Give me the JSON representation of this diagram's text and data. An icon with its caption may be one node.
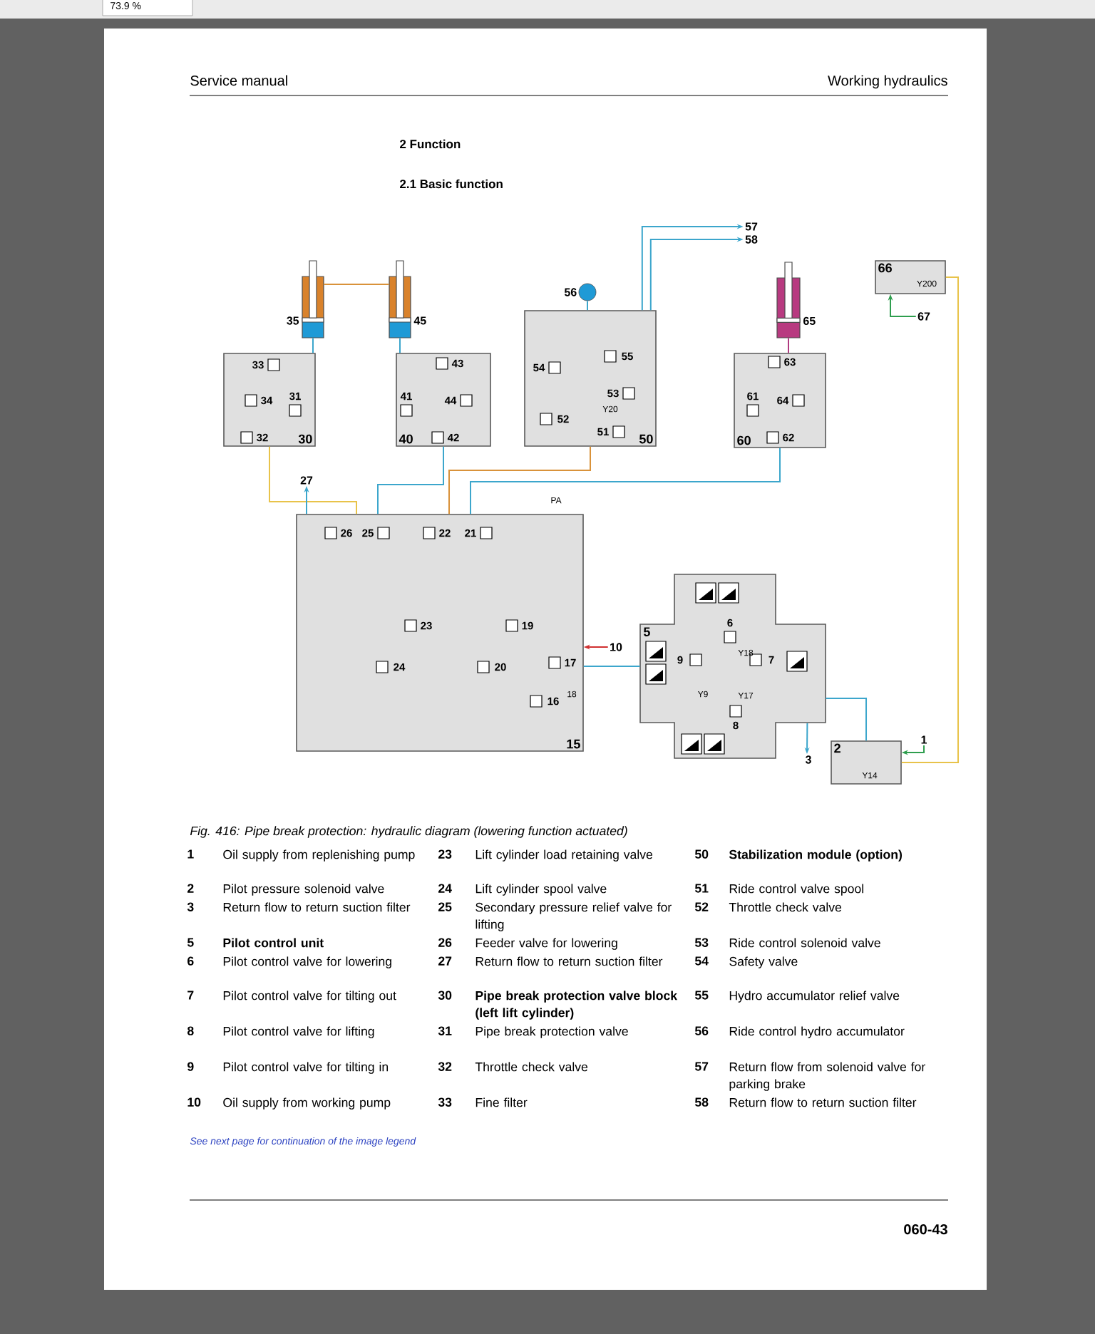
{
  "diagram": {
    "title": "2 Function",
    "caption": "Fig. 416: Pipe break protection: hydraulic diagram (lowering function actuated)",
    "nodes": [
      {
        "text": [
          "35"
        ]
      },
      {
        "text": [
          "30"
        ]
      },
      {
        "text": [
          "45"
        ]
      },
      {
        "text": [
          "40"
        ]
      },
      {
        "text": [
          "56"
        ]
      },
      {
        "text": [
          "50"
        ]
      },
      {
        "text": [
          "57"
        ]
      },
      {
        "text": [
          "58"
        ]
      },
      {
        "text": [
          "65"
        ]
      },
      {
        "text": [
          "60"
        ]
      },
      {
        "text": [
          "66"
        ]
      },
      {
        "text": [
          "67"
        ]
      },
      {
        "text": [
          "27"
        ]
      },
      {
        "text": [
          "15"
        ]
      },
      {
        "text": [
          "10"
        ]
      },
      {
        "text": [
          "5"
        ]
      },
      {
        "text": [
          "3"
        ]
      },
      {
        "text": [
          "2"
        ]
      },
      {
        "text": [
          "1"
        ]
      }
    ],
    "edges": [
      {
        "from": 0,
        "to": 1,
        "arrow": "none"
      },
      {
        "from": 2,
        "to": 3,
        "arrow": "none"
      },
      {
        "from": 4,
        "to": 5,
        "arrow": "none"
      },
      {
        "from": 8,
        "to": 9,
        "arrow": "none",
        "color": "#b03a80"
      },
      {
        "from": 1,
        "to": 13,
        "arrow": "none",
        "color": "#e8c34a"
      },
      {
        "from": 3,
        "to": 13,
        "arrow": "none"
      },
      {
        "from": 5,
        "to": 13,
        "arrow": "none",
        "color": "#d9923a"
      },
      {
        "from": 9,
        "to": 13,
        "arrow": "none"
      },
      {
        "from": 15,
        "to": 13,
        "arrow": "none"
      },
      {
        "from": 14,
        "to": 13,
        "arrow": "to",
        "color": "#d03030"
      },
      {
        "from": 15,
        "to": 16,
        "arrow": "to"
      },
      {
        "from": 18,
        "to": 17,
        "arrow": "to",
        "color": "#2e9e4e"
      },
      {
        "from": 17,
        "to": 15,
        "arrow": "none"
      },
      {
        "from": 10,
        "to": 17,
        "arrow": "none",
        "color": "#e8c34a"
      },
      {
        "from": 11,
        "to": 10,
        "arrow": "to",
        "color": "#2e9e4e"
      },
      {
        "from": 5,
        "to": 6,
        "arrow": "to"
      },
      {
        "from": 5,
        "to": 7,
        "arrow": "to"
      },
      {
        "from": 13,
        "to": 12,
        "arrow": "to"
      },
      {
        "from": 0,
        "to": 2,
        "arrow": "none",
        "color": "#d9923a"
      }
    ],
    "labels": [
      "73.9 %",
      "Service manual",
      "Working hydraulics",
      "2.1 Basic function",
      "33",
      "34",
      "31",
      "32",
      "43",
      "41",
      "44",
      "42",
      "54",
      "55",
      "53",
      "Y20",
      "52",
      "51",
      "63",
      "61",
      "64",
      "62",
      "Y200",
      "PA",
      "26",
      "25",
      "22",
      "21",
      "23",
      "19",
      "24",
      "20",
      "17",
      "18",
      "16",
      "6",
      "9",
      "7",
      "8",
      "Y18",
      "Y9",
      "Y17",
      "Y14",
      "1",
      "Oil supply from replenishing pump",
      "23",
      "Lift cylinder load retaining valve",
      "50",
      "Stabilization module (option)",
      "2",
      "Pilot pressure solenoid valve",
      "24",
      "Lift cylinder spool valve",
      "51",
      "Ride control valve spool",
      "3",
      "Return flow to return suction filter",
      "25",
      "Secondary pressure relief valve for lifting",
      "52",
      "Throttle check valve",
      "5",
      "Pilot control unit",
      "26",
      "Feeder valve for lowering",
      "53",
      "Ride control solenoid valve",
      "6",
      "Pilot control valve for lowering",
      "27",
      "Return flow to return suction filter",
      "54",
      "Safety valve",
      "7",
      "Pilot control valve for tilting out",
      "30",
      "Pipe break protection valve block (left lift cylinder)",
      "55",
      "Hydro accumulator relief valve",
      "8",
      "Pilot control valve for lifting",
      "31",
      "Pipe break protection valve",
      "56",
      "Ride control hydro accumulator",
      "9",
      "Pilot control valve for tilting in",
      "32",
      "Throttle check valve",
      "57",
      "Return flow from solenoid valve for parking brake",
      "10",
      "Oil supply from working pump",
      "33",
      "Fine filter",
      "58",
      "Return flow to return suction filter",
      "See next page for continuation of the image legend",
      "060-43"
    ]
  }
}
